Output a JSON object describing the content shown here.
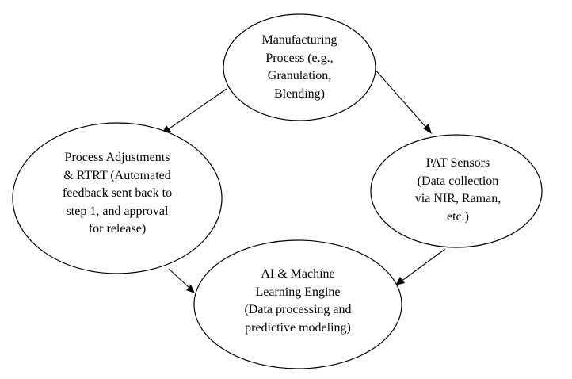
{
  "diagram": {
    "type": "cycle-flow",
    "colors": {
      "stroke": "#000000",
      "fill": "#ffffff",
      "text": "#000000"
    },
    "nodes": [
      {
        "id": "manufacturing",
        "lines": [
          "Manufacturing",
          "Process (e.g.,",
          "Granulation,",
          "Blending)"
        ]
      },
      {
        "id": "pat-sensors",
        "lines": [
          "PAT Sensors",
          "(Data collection",
          "via NIR, Raman,",
          "etc.)"
        ]
      },
      {
        "id": "ai-ml-engine",
        "lines": [
          "AI & Machine",
          "Learning Engine",
          "(Data processing and",
          "predictive modeling)"
        ]
      },
      {
        "id": "process-adjustments",
        "lines": [
          "Process Adjustments",
          "& RTRT (Automated",
          "feedback sent back to",
          "step 1, and approval",
          "for release)"
        ]
      }
    ],
    "edges": [
      {
        "from": "manufacturing",
        "to": "pat-sensors"
      },
      {
        "from": "pat-sensors",
        "to": "ai-ml-engine"
      },
      {
        "from": "process-adjustments",
        "to": "ai-ml-engine"
      },
      {
        "from": "manufacturing",
        "to": "process-adjustments"
      }
    ]
  }
}
